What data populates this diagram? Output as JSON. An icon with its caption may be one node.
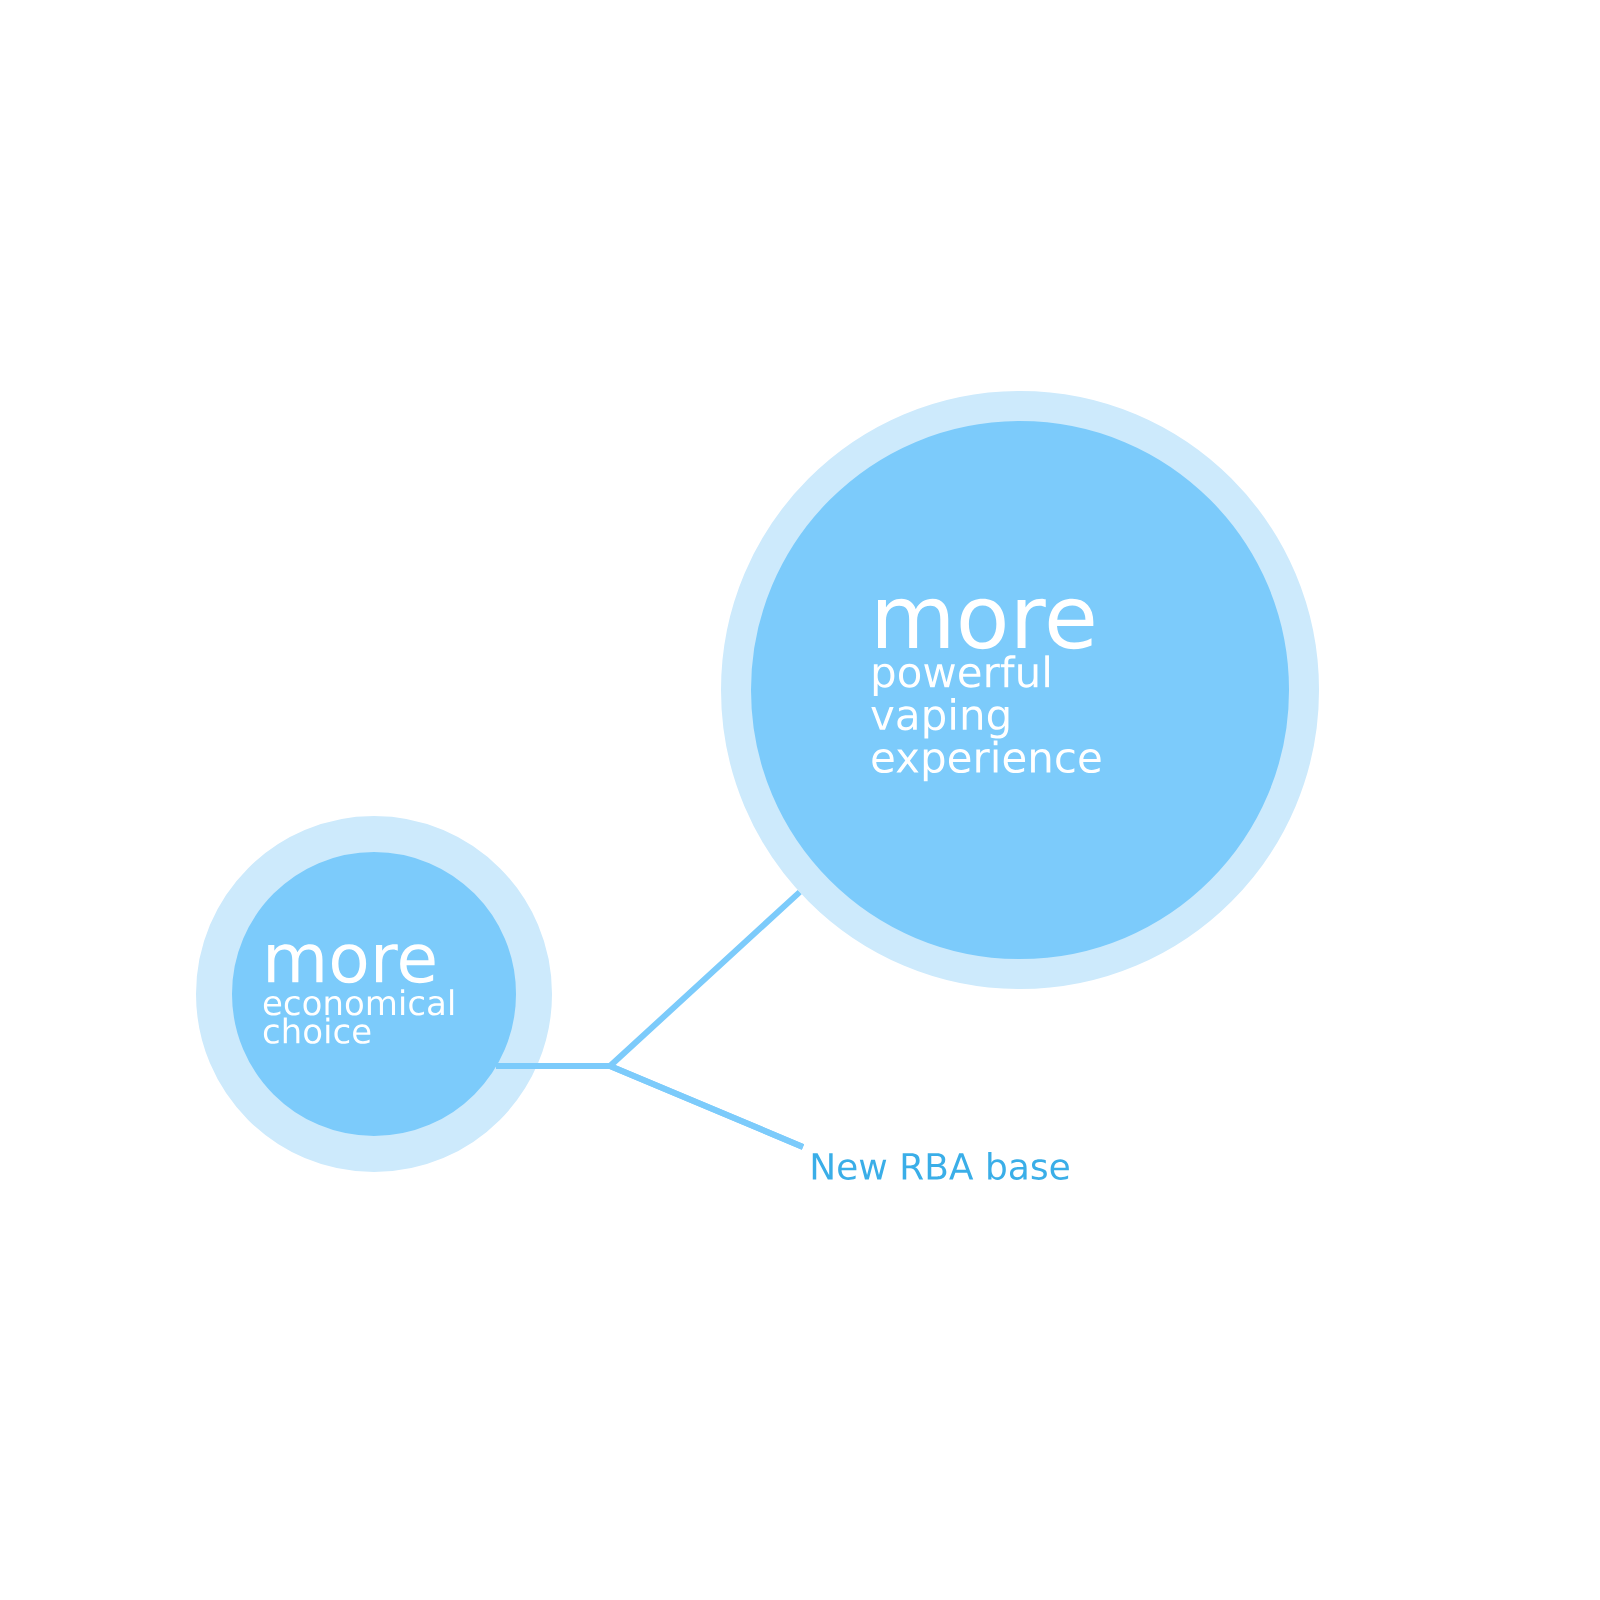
{
  "diagram": {
    "nodes": [
      {
        "text": [
          "more",
          "economical choice"
        ]
      },
      {
        "text": [
          "more",
          "powerful vaping experience"
        ]
      },
      {
        "text": [
          "New RBA base"
        ]
      }
    ],
    "edges": [
      {
        "from": 2,
        "to": 0,
        "arrow": "none"
      },
      {
        "from": 2,
        "to": 1,
        "arrow": "none"
      }
    ]
  }
}
